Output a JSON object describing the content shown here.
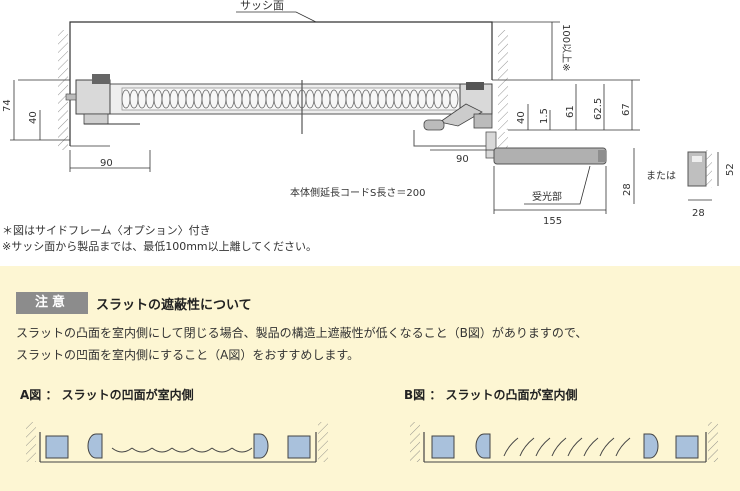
{
  "diagram": {
    "sash_label": "サッシ面",
    "clearance_label": "100以上※",
    "dim_74": "74",
    "dim_40_left": "40",
    "dim_90_left": "90",
    "dim_40_right": "40",
    "dim_1_5": "1.5",
    "dim_61": "61",
    "dim_62_5": "62.5",
    "dim_67": "67",
    "dim_90_right": "90",
    "cord_label": "本体側延長コードS長さ＝200",
    "receiver_label": "受光部",
    "dim_28_receiver": "28",
    "dim_155": "155",
    "or_label": "または",
    "dim_52": "52",
    "dim_28_side": "28"
  },
  "notes": {
    "note1": "＊図はサイドフレーム〈オプション〉付き",
    "note2": "※サッシ面から製品までは、最低100mm以上離してください。"
  },
  "caution": {
    "badge": "注意",
    "title": "スラットの遮蔽性について",
    "body1": "スラットの凸面を室内側にして閉じる場合、製品の構造上遮蔽性が低くなること（B図）がありますので、",
    "body2": "スラットの凹面を室内側にすること（A図）をおすすめします。",
    "fig_a_title": "A図 ： スラットの凹面が室内側",
    "fig_b_title": "B図 ： スラットの凸面が室内側"
  }
}
